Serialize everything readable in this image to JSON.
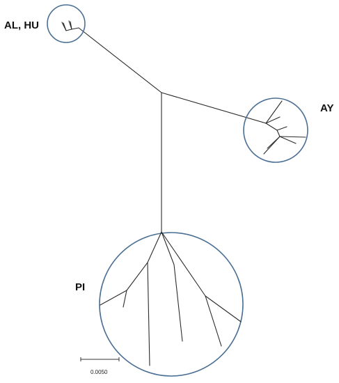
{
  "clusters": {
    "al_hu": {
      "label": "AL, HU"
    },
    "ay": {
      "label": "AY"
    },
    "pi": {
      "label": "PI"
    }
  },
  "scale_bar": {
    "label": "0.0050"
  },
  "colors": {
    "circle": "#4a6f93",
    "branch": "#2b2b2b",
    "background": "#ffffff"
  }
}
